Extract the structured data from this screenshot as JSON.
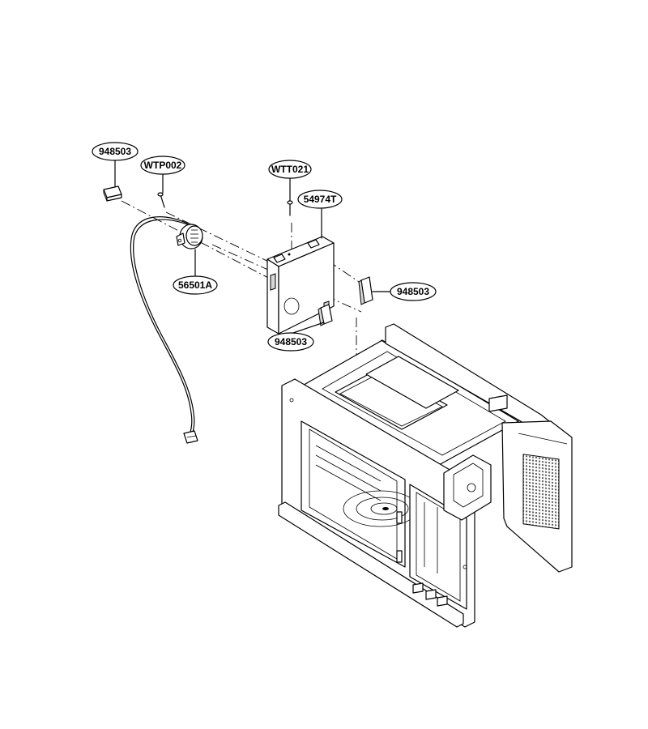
{
  "labels": {
    "spacer_top_left": "948503",
    "screw_wtp": "WTP002",
    "screw_wtt": "WTT021",
    "bracket": "54974T",
    "spacer_right": "948503",
    "thermostat": "56501A",
    "spacer_bottom": "948503"
  }
}
